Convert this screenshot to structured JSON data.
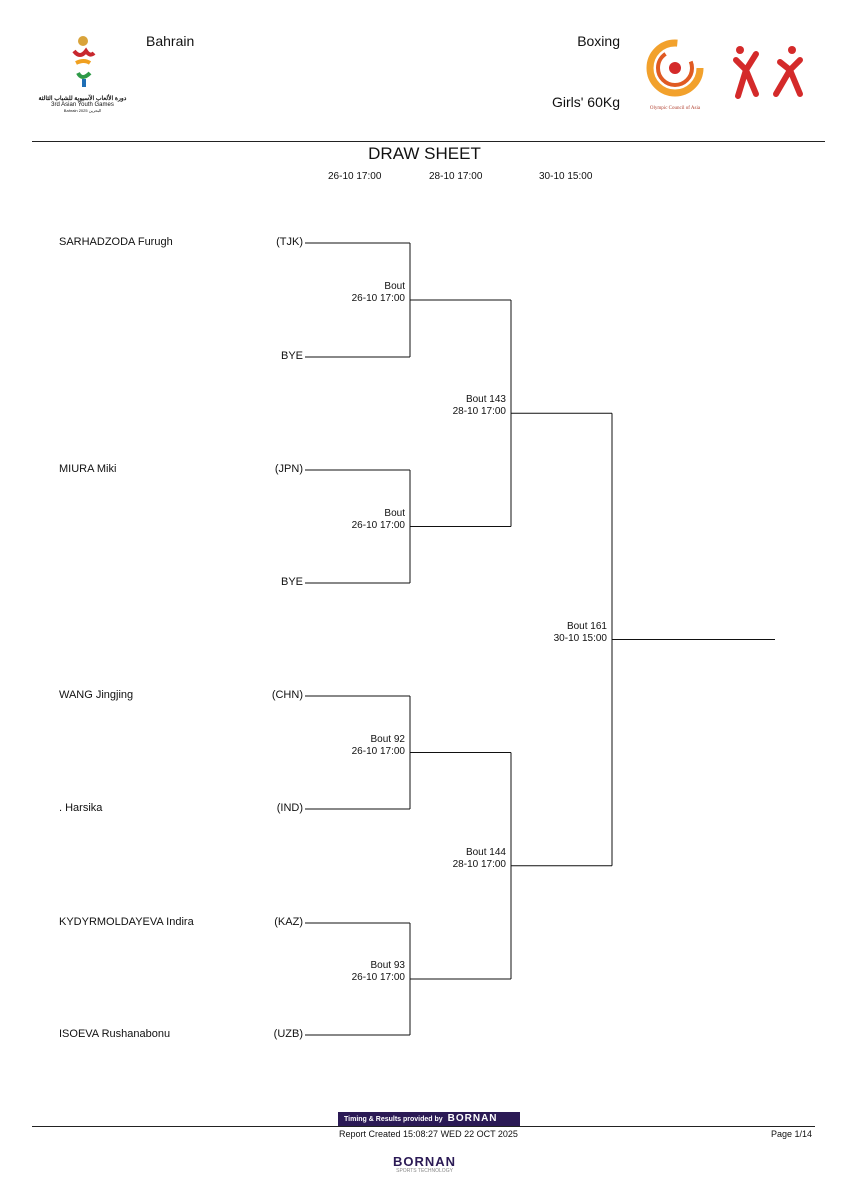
{
  "header": {
    "location": "Bahrain",
    "sport": "Boxing",
    "event": "Girls' 60Kg",
    "title": "DRAW SHEET",
    "games_logo_text": [
      "دورة الألعاب الآسيوية للشباب الثالثة",
      "3rd Asian Youth Games",
      "Bahrain 2025 البحرين"
    ],
    "oca_logo_text": "Olympic Council of Asia",
    "round_times": [
      "26-10 17:00",
      "28-10 17:00",
      "30-10 15:00"
    ]
  },
  "athletes": [
    {
      "name": "SARHADZODA Furugh",
      "country": "(TJK)"
    },
    {
      "name": "",
      "country": "BYE"
    },
    {
      "name": "MIURA Miki",
      "country": "(JPN)"
    },
    {
      "name": "",
      "country": "BYE"
    },
    {
      "name": "WANG Jingjing",
      "country": "(CHN)"
    },
    {
      "name": ". Harsika",
      "country": "(IND)"
    },
    {
      "name": "KYDYRMOLDAYEVA Indira",
      "country": "(KAZ)"
    },
    {
      "name": "ISOEVA Rushanabonu",
      "country": "(UZB)"
    }
  ],
  "rounds": [
    [
      {
        "bout": "Bout",
        "time": "26-10 17:00"
      },
      {
        "bout": "Bout",
        "time": "26-10 17:00"
      },
      {
        "bout": "Bout 92",
        "time": "26-10 17:00"
      },
      {
        "bout": "Bout 93",
        "time": "26-10 17:00"
      }
    ],
    [
      {
        "bout": "Bout 143",
        "time": "28-10 17:00"
      },
      {
        "bout": "Bout 144",
        "time": "28-10 17:00"
      }
    ],
    [
      {
        "bout": "Bout 161",
        "time": "30-10 15:00"
      }
    ]
  ],
  "footer": {
    "provider": "Timing & Results provided by",
    "provider_brand": "BORNAN",
    "report": "Report Created 15:08:27 WED 22 OCT 2025",
    "page": "Page 1/14",
    "brand": "BORNAN",
    "brand_sub": "SPORTS TECHNOLOGY"
  }
}
